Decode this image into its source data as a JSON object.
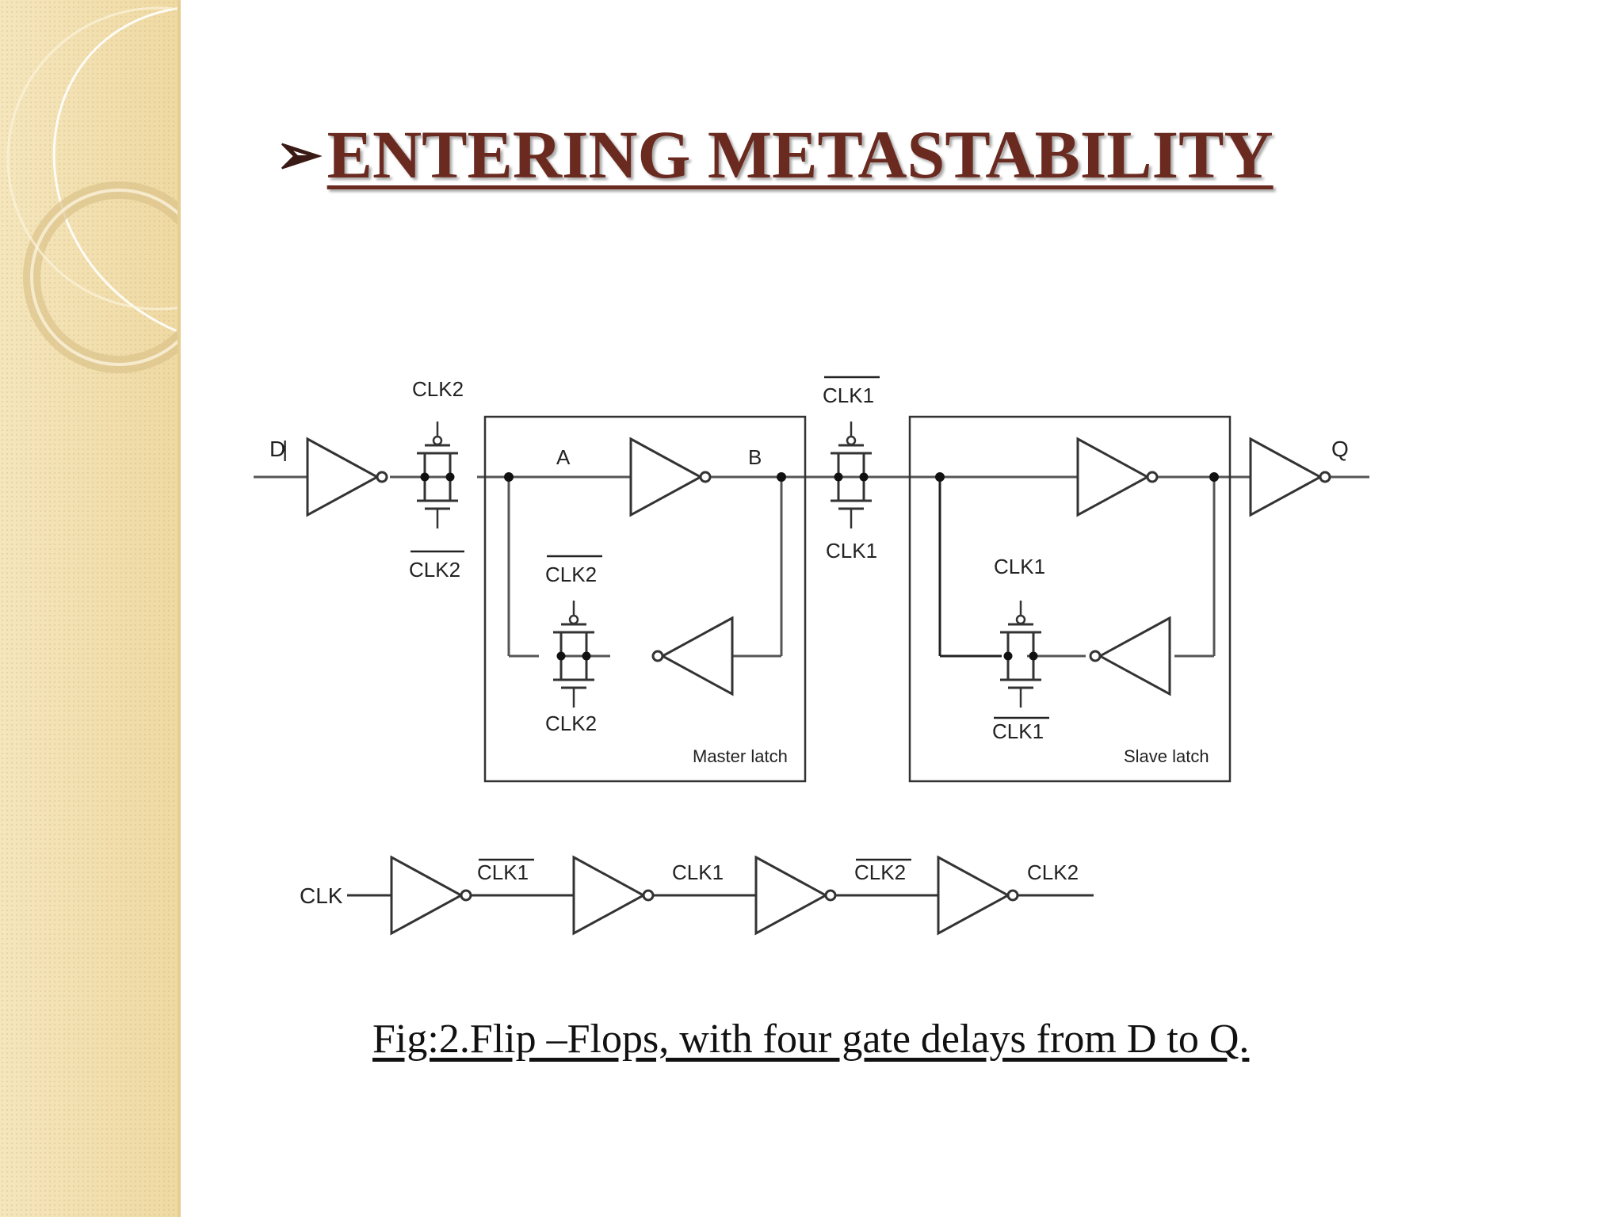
{
  "slide": {
    "title": "ENTERING METASTABILITY",
    "title_color": "#6a2a20",
    "caption": "Fig:2.Flip –Flops, with four gate delays from D to Q.",
    "sidebar_color": "#f1dfae"
  },
  "diagram": {
    "signals": {
      "input": "D",
      "output": "Q",
      "node_a": "A",
      "node_b": "B",
      "clock": "CLK"
    },
    "clocks": {
      "clk1": "CLK1",
      "clk2": "CLK2"
    },
    "blocks": {
      "master": "Master latch",
      "slave": "Slave latch"
    }
  }
}
